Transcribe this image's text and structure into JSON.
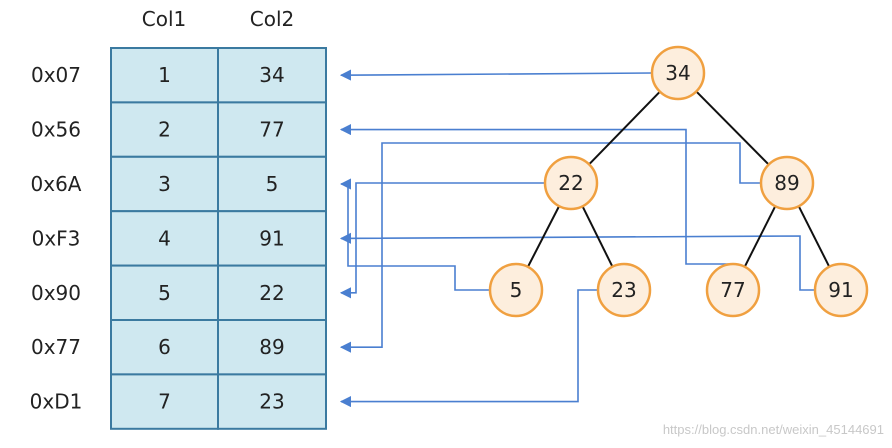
{
  "columns": [
    "Col1",
    "Col2"
  ],
  "rows": [
    {
      "addr": "0x07",
      "col1": "1",
      "col2": "34"
    },
    {
      "addr": "0x56",
      "col1": "2",
      "col2": "77"
    },
    {
      "addr": "0x6A",
      "col1": "3",
      "col2": "5"
    },
    {
      "addr": "0xF3",
      "col1": "4",
      "col2": "91"
    },
    {
      "addr": "0x90",
      "col1": "5",
      "col2": "22"
    },
    {
      "addr": "0x77",
      "col1": "6",
      "col2": "89"
    },
    {
      "addr": "0xD1",
      "col1": "7",
      "col2": "23"
    }
  ],
  "tree": {
    "nodes": [
      "34",
      "22",
      "89",
      "5",
      "23",
      "77",
      "91"
    ],
    "edges": [
      [
        "34",
        "22"
      ],
      [
        "34",
        "89"
      ],
      [
        "22",
        "5"
      ],
      [
        "22",
        "23"
      ],
      [
        "89",
        "77"
      ],
      [
        "89",
        "91"
      ]
    ]
  },
  "pointers": [
    {
      "node": "34",
      "row_addr": "0x07"
    },
    {
      "node": "77",
      "row_addr": "0x56"
    },
    {
      "node": "5",
      "row_addr": "0x6A"
    },
    {
      "node": "91",
      "row_addr": "0xF3"
    },
    {
      "node": "22",
      "row_addr": "0x90"
    },
    {
      "node": "89",
      "row_addr": "0x77"
    },
    {
      "node": "23",
      "row_addr": "0xD1"
    }
  ],
  "watermark": "https://blog.csdn.net/weixin_45144691"
}
